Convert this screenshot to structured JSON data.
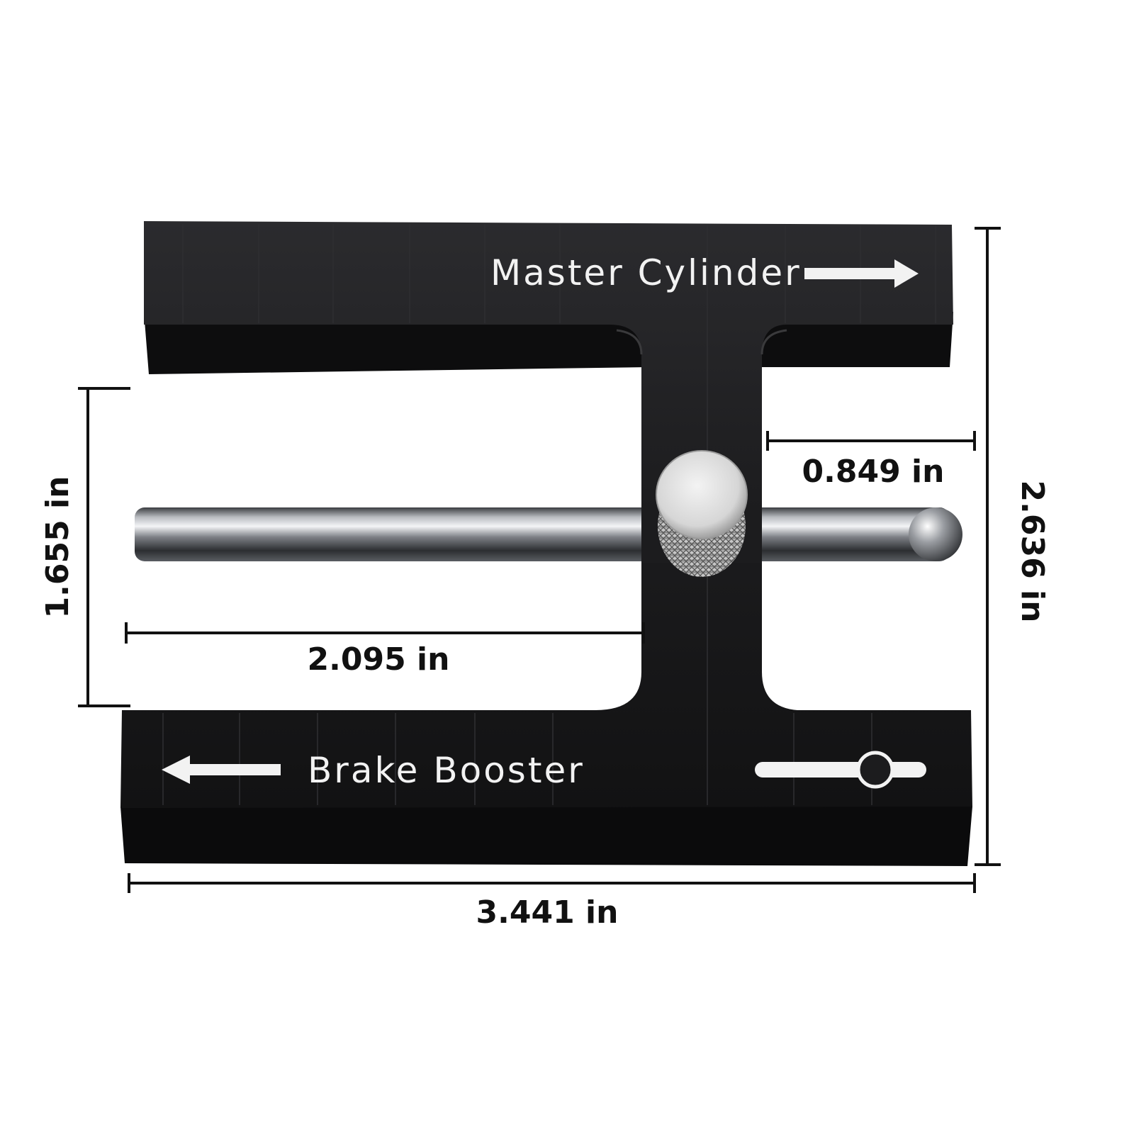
{
  "colors": {
    "background": "#ffffff",
    "body": "#1c1c1e",
    "body_edge": "#0a0a0b",
    "engraving": "#f2f2f2",
    "rod": "#8a8d92",
    "knob": "#d9d9d9",
    "dimension_lines": "#111111"
  },
  "labels": {
    "top_engraving": "Master Cylinder",
    "bottom_engraving": "Brake Booster"
  },
  "icons": {
    "top_arrow": "arrow-right-icon",
    "bottom_arrow": "arrow-left-icon",
    "slot_symbol": "slider-symbol-icon"
  },
  "dimensions": {
    "total_width": "3.441 in",
    "total_height": "2.636 in",
    "gap_height": "1.655 in",
    "rod_reach": "2.095 in",
    "web_offset": "0.849 in"
  }
}
